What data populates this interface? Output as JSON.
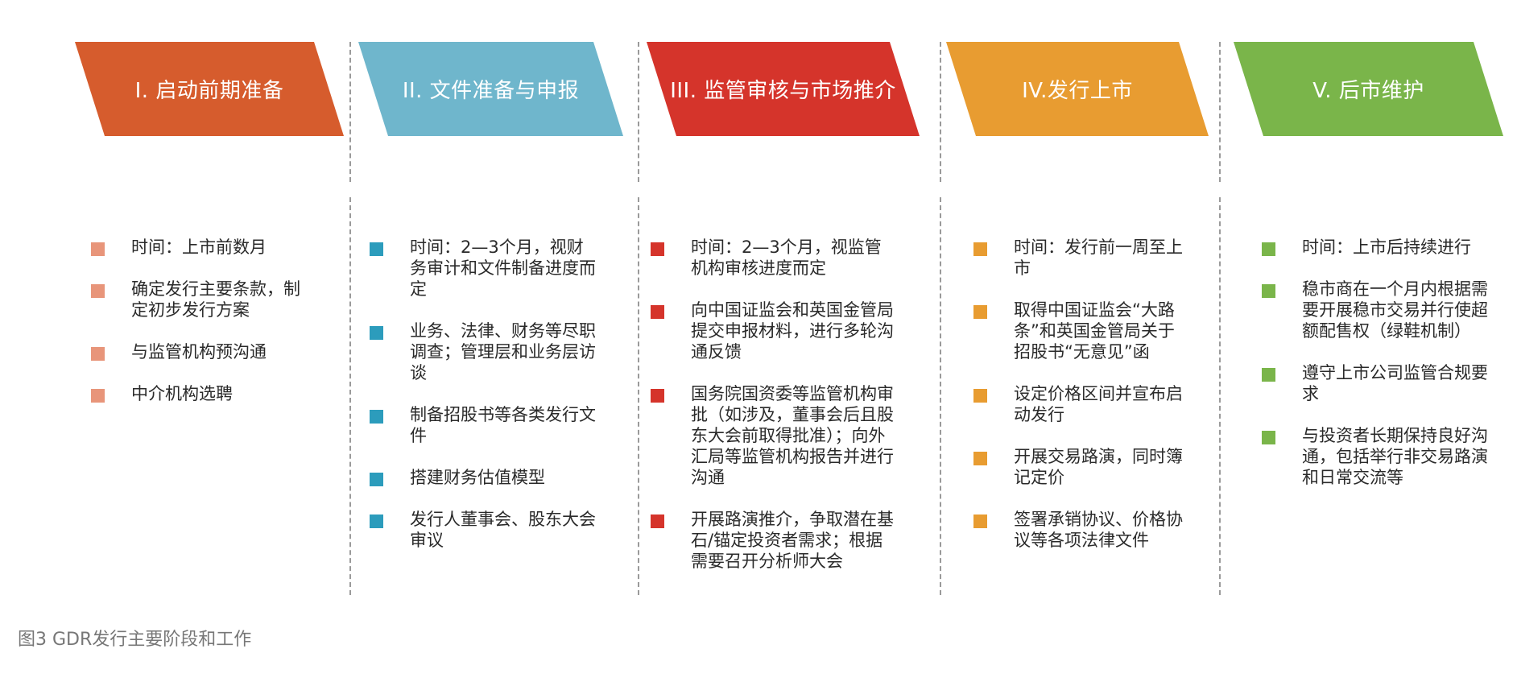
{
  "stages": [
    {
      "title": "I. 启动前期准备",
      "color": "#D65C2D",
      "bullet_color": "#E8957A",
      "items": [
        "时间：上市前数月",
        "确定发行主要条款，制定初步发行方案",
        "与监管机构预沟通",
        "中介机构选聘"
      ]
    },
    {
      "title": "II. 文件准备与申报",
      "color": "#6FB6CC",
      "bullet_color": "#2C9CBC",
      "items": [
        "时间：2—3个月，视财务审计和文件制备进度而定",
        "业务、法律、财务等尽职调查；管理层和业务层访谈",
        "制备招股书等各类发行文件",
        "搭建财务估值模型",
        "发行人董事会、股东大会审议"
      ]
    },
    {
      "title": "III. 监管审核与市场推介",
      "color": "#D5342B",
      "bullet_color": "#D5342B",
      "items": [
        "时间：2—3个月，视监管机构审核进度而定",
        "向中国证监会和英国金管局提交申报材料，进行多轮沟通反馈",
        "国务院国资委等监管机构审批（如涉及，董事会后且股东大会前取得批准）；向外汇局等监管机构报告并进行沟通",
        "开展路演推介，争取潜在基石/锚定投资者需求；根据需要召开分析师大会"
      ]
    },
    {
      "title": "IV.发行上市",
      "color": "#E89C31",
      "bullet_color": "#E89C31",
      "items": [
        "时间：发行前一周至上市",
        "取得中国证监会“大路条”和英国金管局关于招股书“无意见”函",
        "设定价格区间并宣布启动发行",
        "开展交易路演，同时簿记定价",
        "签署承销协议、价格协议等各项法律文件"
      ]
    },
    {
      "title": "V. 后市维护",
      "color": "#7AB54A",
      "bullet_color": "#7AB54A",
      "items": [
        "时间：上市后持续进行",
        "稳市商在一个月内根据需要开展稳市交易并行使超额配售权（绿鞋机制）",
        "遵守上市公司监管合规要求",
        "与投资者长期保持良好沟通，包括举行非交易路演和日常交流等"
      ]
    }
  ],
  "caption": "图3  GDR发行主要阶段和工作"
}
